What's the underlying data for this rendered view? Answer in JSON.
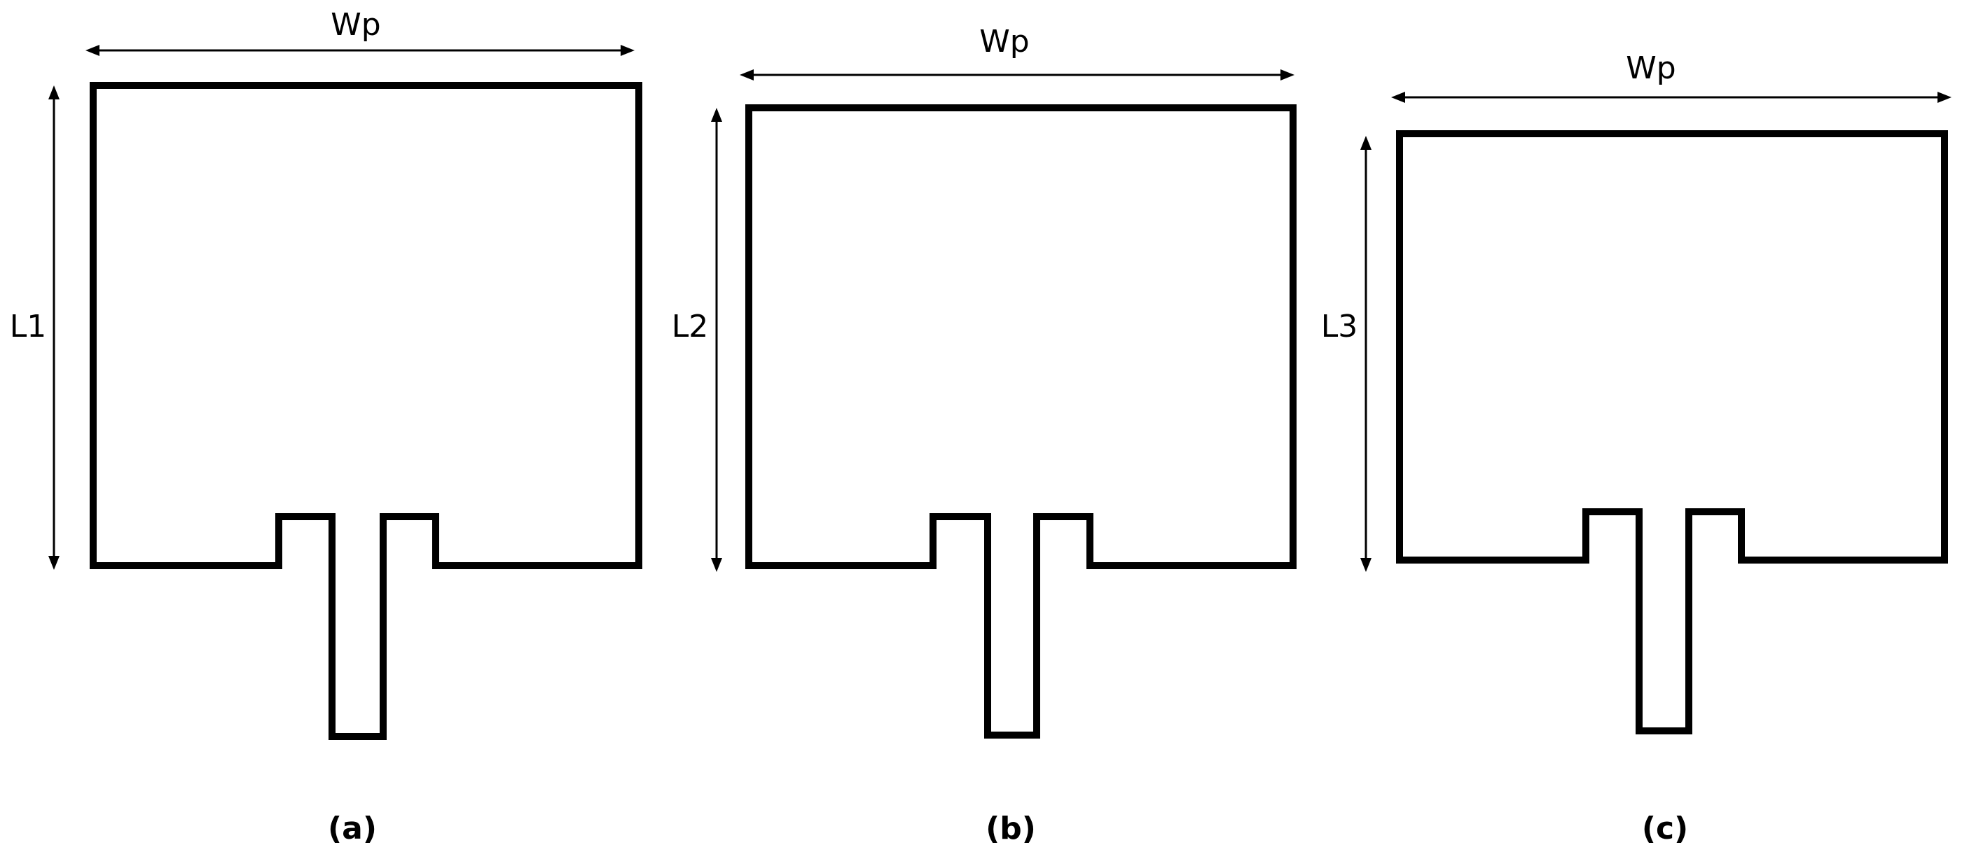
{
  "panels": [
    {
      "id": "a",
      "width_label": "Wp",
      "length_label": "L1",
      "caption": "(a)"
    },
    {
      "id": "b",
      "width_label": "Wp",
      "length_label": "L2",
      "caption": "(b)"
    },
    {
      "id": "c",
      "width_label": "Wp",
      "length_label": "L3",
      "caption": "(c)"
    }
  ],
  "colors": {
    "stroke": "#000000",
    "background": "#ffffff"
  }
}
